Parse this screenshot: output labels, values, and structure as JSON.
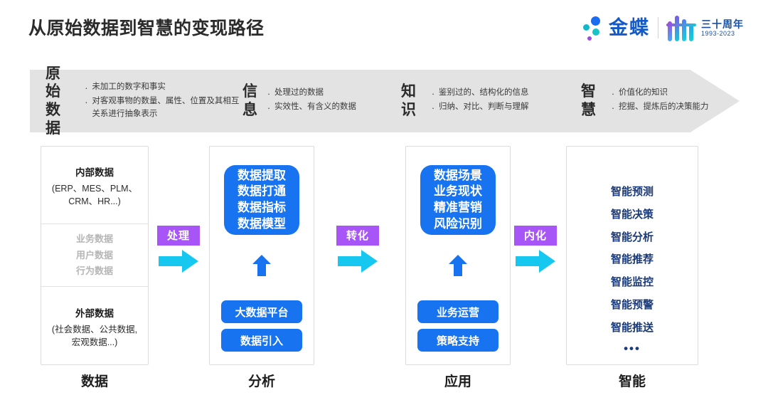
{
  "page": {
    "title": "从原始数据到智慧的变现路径",
    "accent_blue": "#1773f0",
    "accent_purple": "#a855f7",
    "accent_cyan": "#16c8f0",
    "navy": "#1a3a7a",
    "banner_bg": "#e3e3e3"
  },
  "logo": {
    "brand": "金蝶",
    "anniversary": "三十周年",
    "years": "1993-2023"
  },
  "banner": {
    "segments": [
      {
        "title": "原始\n数据",
        "bullets": [
          "未加工的数字和事实",
          "对客观事物的数量、属性、位置及其相互关系进行抽象表示"
        ]
      },
      {
        "title": "信\n息",
        "bullets": [
          "处理过的数据",
          "实效性、有含义的数据"
        ]
      },
      {
        "title": "知\n识",
        "bullets": [
          "鉴别过的、结构化的信息",
          "归纳、对比、判断与理解"
        ]
      },
      {
        "title": "智\n慧",
        "bullets": [
          "价值化的知识",
          "挖掘、提炼后的决策能力"
        ]
      }
    ]
  },
  "columns": {
    "data": {
      "label": "数据",
      "internal_title": "内部数据",
      "internal_sub": "(ERP、MES、PLM、\nCRM、HR...)",
      "middle_items": [
        "业务数据",
        "用户数据",
        "行为数据"
      ],
      "external_title": "外部数据",
      "external_sub": "(社会数据、公共数据,\n宏观数据...)"
    },
    "analysis": {
      "label": "分析",
      "main_box": "数据提取\n数据打通\n数据指标\n数据模型",
      "pills": [
        "大数据平台",
        "数据引入"
      ]
    },
    "application": {
      "label": "应用",
      "main_box": "数据场景\n业务现状\n精准营销\n风险识别",
      "pills": [
        "业务运营",
        "策略支持"
      ]
    },
    "intelligence": {
      "label": "智能",
      "items": [
        "智能预测",
        "智能决策",
        "智能分析",
        "智能推荐",
        "智能监控",
        "智能预警",
        "智能推送"
      ],
      "more": "•••"
    }
  },
  "connectors": [
    {
      "label": "处理"
    },
    {
      "label": "转化"
    },
    {
      "label": "内化"
    }
  ]
}
